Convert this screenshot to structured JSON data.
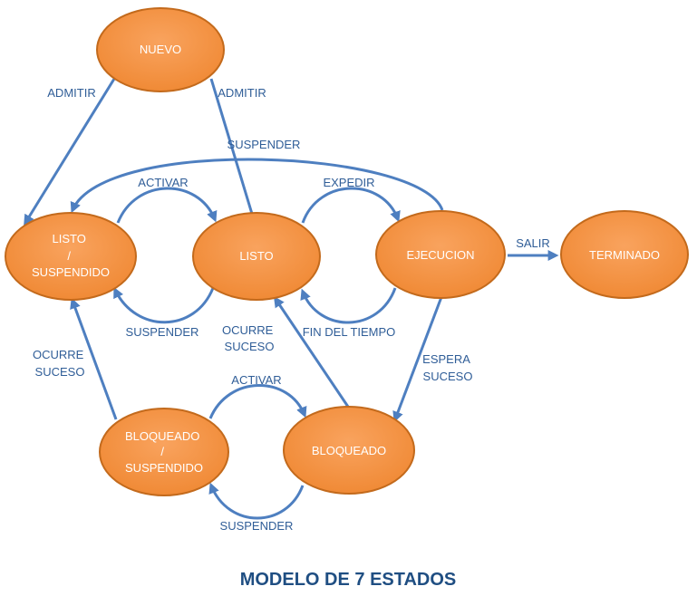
{
  "title": "MODELO DE 7 ESTADOS",
  "colors": {
    "node_fill": "#f79646",
    "node_stroke": "#c36a1c",
    "arrow": "#4e7fc0",
    "label": "#2f5d97",
    "title": "#1f4e82"
  },
  "nodes": {
    "nuevo": {
      "lines": [
        "NUEVO"
      ]
    },
    "listo_suspendido": {
      "lines": [
        "LISTO",
        "/",
        "SUSPENDIDO"
      ]
    },
    "listo": {
      "lines": [
        "LISTO"
      ]
    },
    "ejecucion": {
      "lines": [
        "EJECUCION"
      ]
    },
    "terminado": {
      "lines": [
        "TERMINADO"
      ]
    },
    "bloqueado_suspendido": {
      "lines": [
        "BLOQUEADO",
        "/",
        "SUSPENDIDO"
      ]
    },
    "bloqueado": {
      "lines": [
        "BLOQUEADO"
      ]
    }
  },
  "edges": {
    "admitir_a_listo_suspendido": [
      "ADMITIR"
    ],
    "admitir_a_listo": [
      "ADMITIR"
    ],
    "suspender_ejecucion": [
      "SUSPENDER"
    ],
    "activar_listo": [
      "ACTIVAR"
    ],
    "suspender_listo": [
      "SUSPENDER"
    ],
    "expedir": [
      "EXPEDIR"
    ],
    "fin_del_tiempo": [
      "FIN DEL TIEMPO"
    ],
    "salir": [
      "SALIR"
    ],
    "ocurre_suceso_susp": [
      "OCURRE",
      "SUCESO"
    ],
    "ocurre_suceso": [
      "OCURRE",
      "SUCESO"
    ],
    "espera_suceso": [
      "ESPERA",
      "SUCESO"
    ],
    "activar_bloqueado": [
      "ACTIVAR"
    ],
    "suspender_bloqueado": [
      "SUSPENDER"
    ]
  }
}
